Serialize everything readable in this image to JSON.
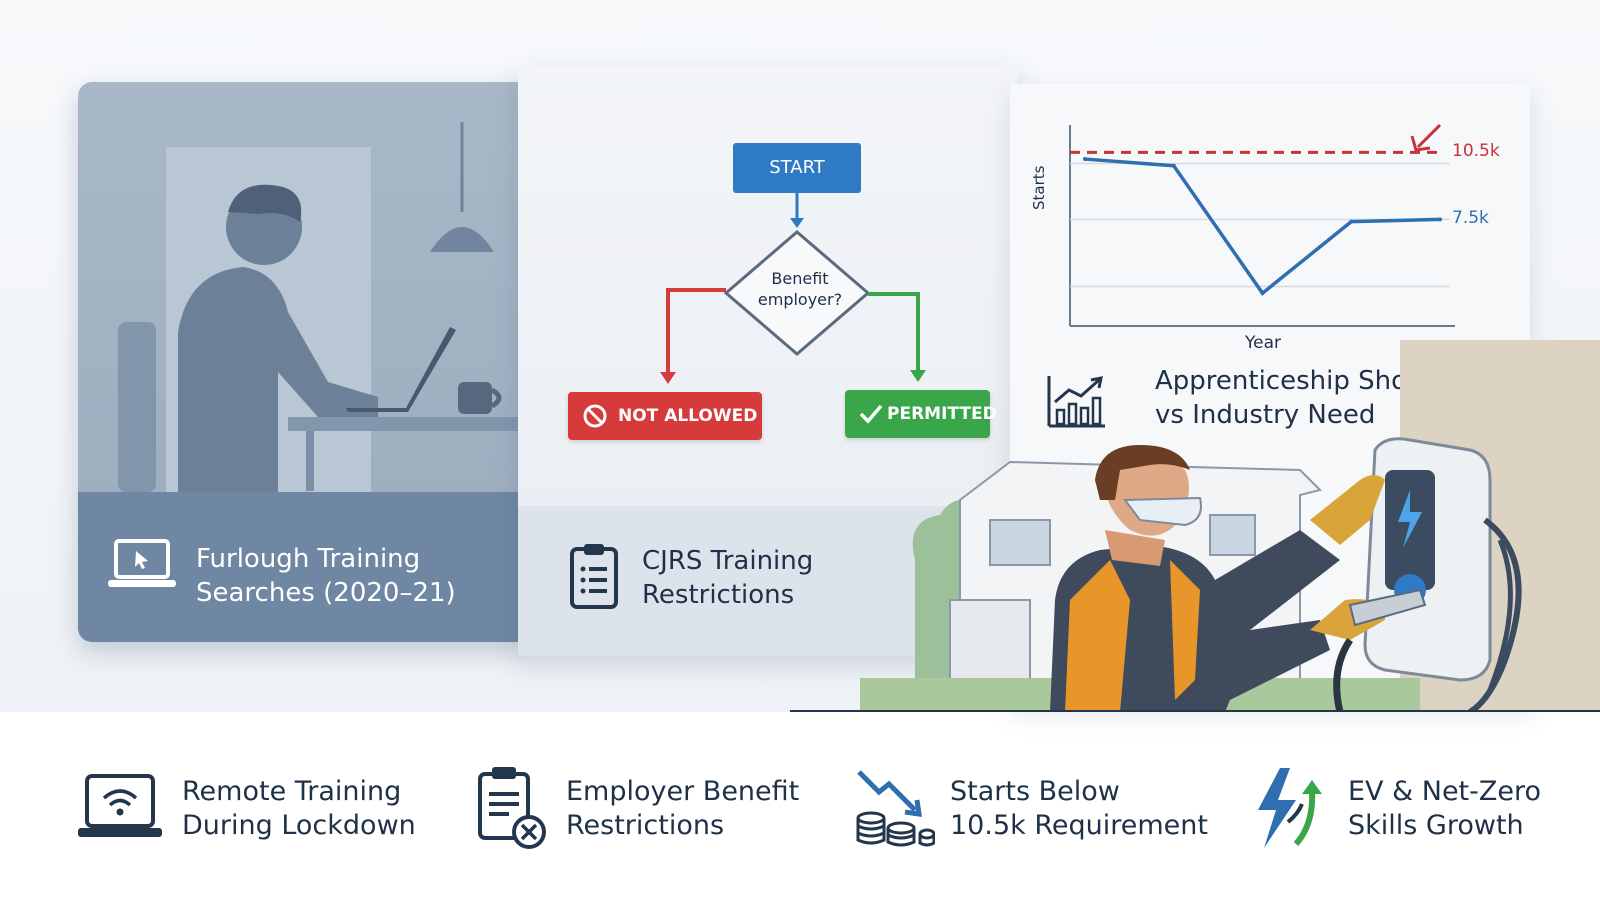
{
  "panels": {
    "furlough": {
      "title_line1": "Furlough Training",
      "title_line2": "Searches (2020–21)"
    },
    "cjrs": {
      "title_line1": "CJRS Training",
      "title_line2": "Restrictions"
    },
    "apprenticeship": {
      "title_line1": "Apprenticeship Shortfall",
      "title_line2": "vs Industry Need"
    }
  },
  "flowchart": {
    "start_label": "START",
    "decision_line1": "Benefit",
    "decision_line2": "employer?",
    "no_label": "NOT ALLOWED",
    "yes_label": "PERMITTED",
    "colors": {
      "start": "#2f7ac4",
      "no": "#d63a3a",
      "yes": "#3aa64a"
    }
  },
  "chart_data": {
    "type": "line",
    "xlabel": "Year",
    "ylabel": "Starts",
    "threshold_label": "10.5k",
    "end_label": "7.5k",
    "threshold_value": 10.5,
    "series": [
      {
        "values": [
          10.2,
          9.9,
          4.2,
          7.4,
          7.5
        ]
      }
    ],
    "ylim": [
      3,
      11.5
    ],
    "grid": true,
    "colors": {
      "line": "#2f6fb0",
      "threshold": "#c8323a"
    }
  },
  "features": [
    {
      "line1": "Remote Training",
      "line2": "During Lockdown",
      "icon": "laptop-wifi-icon"
    },
    {
      "line1": "Employer Benefit",
      "line2": "Restrictions",
      "icon": "clipboard-x-icon"
    },
    {
      "line1": "Starts Below",
      "line2": "10.5k Requirement",
      "icon": "coins-down-icon"
    },
    {
      "line1": "EV & Net-Zero",
      "line2": "Skills Growth",
      "icon": "bolt-growth-icon"
    }
  ]
}
